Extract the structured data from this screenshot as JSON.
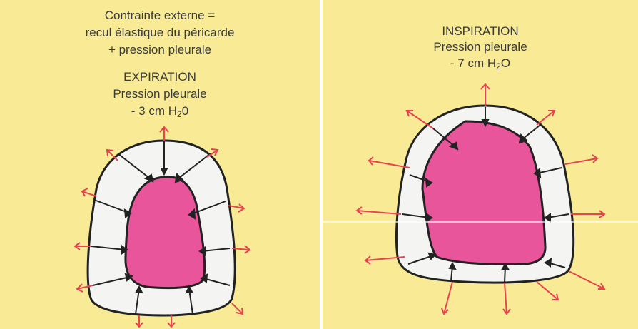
{
  "left": {
    "header": [
      "Contrainte externe =",
      "recul élastique du péricarde",
      "+ pression pleurale"
    ],
    "phase": "EXPIRATION",
    "pressure_label": "Pression pleurale",
    "pressure_prefix": "- 3 cm H",
    "pressure_sub": "2",
    "pressure_suffix": "0"
  },
  "right": {
    "phase": "INSPIRATION",
    "pressure_label": "Pression pleurale",
    "pressure_prefix": "- 7 cm H",
    "pressure_sub": "2",
    "pressure_suffix": "O"
  },
  "colors": {
    "background": "#f9eb95",
    "heart_fill": "#e8559a",
    "pericardium_fill": "#f4f4f2",
    "outline": "#222222",
    "pleural_arrow": "#e8434f",
    "inward_arrow": "#222222"
  }
}
